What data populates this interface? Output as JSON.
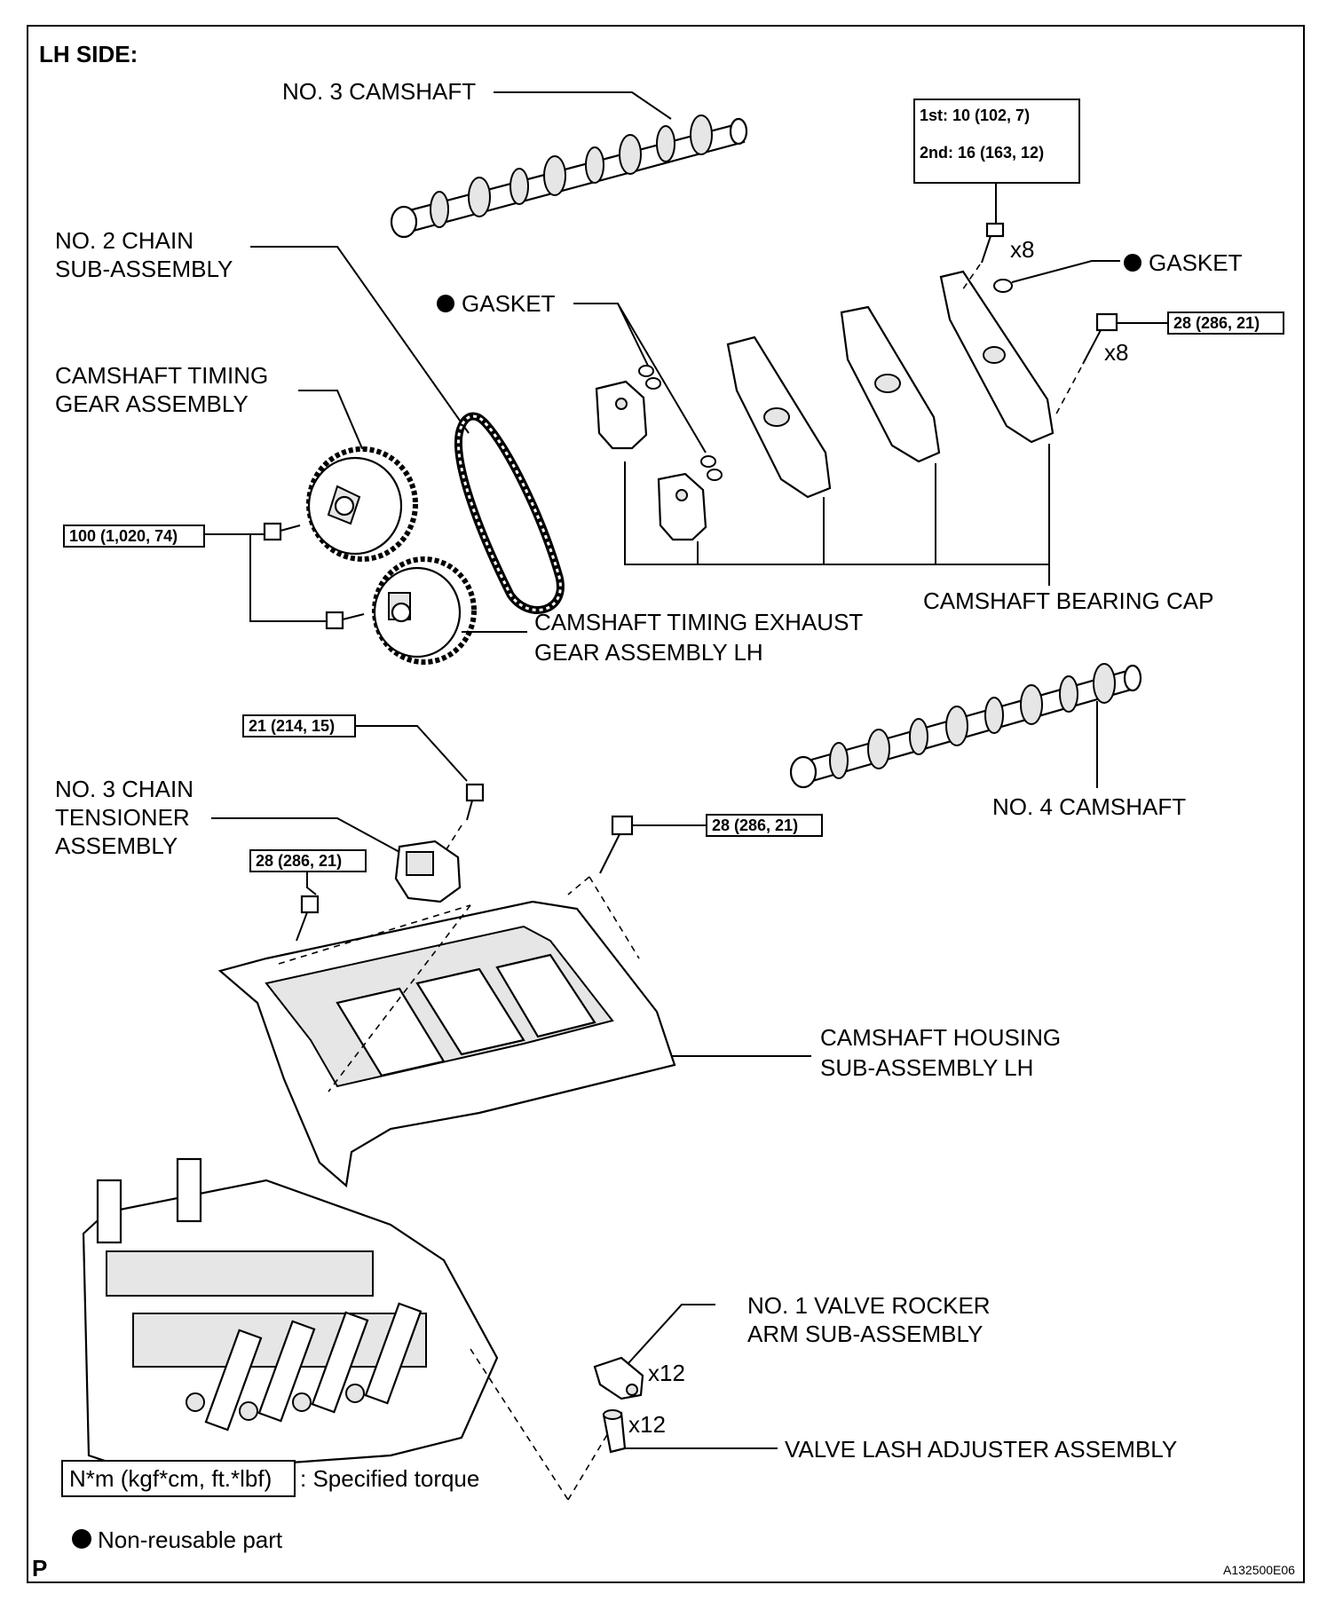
{
  "header": {
    "side": "LH SIDE:"
  },
  "parts": {
    "camshaft_3": "NO. 3 CAMSHAFT",
    "chain_2_line1": "NO. 2 CHAIN",
    "chain_2_line2": "SUB-ASSEMBLY",
    "gasket_center": "GASKET",
    "gasket_right": "GASKET",
    "timing_gear_line1": "CAMSHAFT TIMING",
    "timing_gear_line2": "GEAR ASSEMBLY",
    "exhaust_gear_line1": "CAMSHAFT TIMING EXHAUST",
    "exhaust_gear_line2": "GEAR ASSEMBLY LH",
    "bearing_cap": "CAMSHAFT BEARING CAP",
    "camshaft_4": "NO. 4 CAMSHAFT",
    "tensioner_line1": "NO. 3 CHAIN",
    "tensioner_line2": "TENSIONER",
    "tensioner_line3": "ASSEMBLY",
    "housing_line1": "CAMSHAFT HOUSING",
    "housing_line2": "SUB-ASSEMBLY LH",
    "rocker_line1": "NO. 1 VALVE ROCKER",
    "rocker_line2": "ARM SUB-ASSEMBLY",
    "lash_adjuster": "VALVE LASH ADJUSTER ASSEMBLY"
  },
  "torques": {
    "two_step_1": "1st: 10 (102, 7)",
    "two_step_2": "2nd: 16 (163, 12)",
    "bearing_bolt": "28 (286, 21)",
    "gear_bolt": "100 (1,020, 74)",
    "tensioner_bolt": "21 (214, 15)",
    "housing_bolt_left": "28 (286, 21)",
    "housing_bolt_right": "28 (286, 21)"
  },
  "quantities": {
    "cap_bolt_upper": "x8",
    "cap_bolt_lower": "x8",
    "rocker_arm": "x12",
    "lash_adjuster": "x12"
  },
  "legend": {
    "torque_box": "N*m (kgf*cm, ft.*lbf)",
    "torque_text": ": Specified torque",
    "nonreusable": "Non-reusable part"
  },
  "footer": {
    "left_mark": "P",
    "figure_id": "A132500E06"
  }
}
